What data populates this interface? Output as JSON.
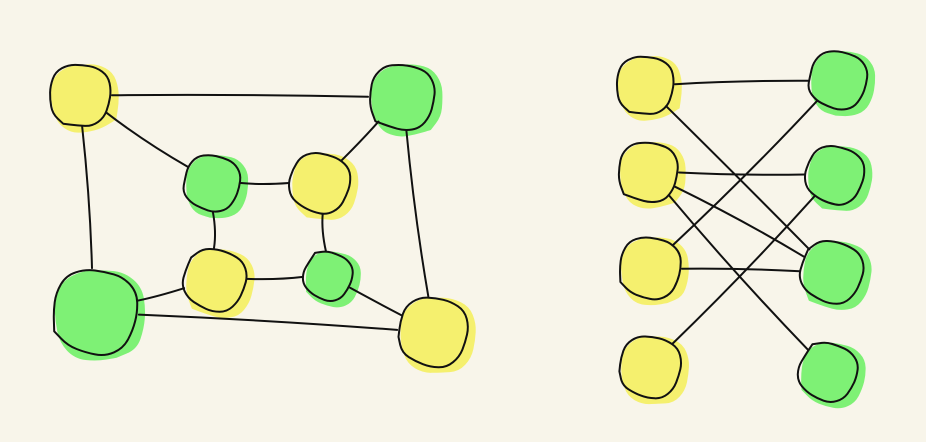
{
  "colors": {
    "background": "#f8f5ea",
    "yellow": "#f4ef63",
    "green": "#73f06a",
    "ink": "#111111"
  },
  "diagrams": [
    {
      "name": "cube-graph",
      "nodes": [
        {
          "id": "tl",
          "color": "yellow"
        },
        {
          "id": "tr",
          "color": "green"
        },
        {
          "id": "bl",
          "color": "green"
        },
        {
          "id": "br",
          "color": "yellow"
        },
        {
          "id": "itl",
          "color": "green"
        },
        {
          "id": "itr",
          "color": "yellow"
        },
        {
          "id": "ibl",
          "color": "yellow"
        },
        {
          "id": "ibr",
          "color": "green"
        }
      ],
      "edges": [
        [
          "tl",
          "tr"
        ],
        [
          "tl",
          "bl"
        ],
        [
          "tr",
          "br"
        ],
        [
          "bl",
          "br"
        ],
        [
          "itl",
          "itr"
        ],
        [
          "itl",
          "ibl"
        ],
        [
          "itr",
          "ibr"
        ],
        [
          "ibl",
          "ibr"
        ],
        [
          "tl",
          "itl"
        ],
        [
          "tr",
          "itr"
        ],
        [
          "bl",
          "ibl"
        ],
        [
          "br",
          "ibr"
        ]
      ]
    },
    {
      "name": "bipartite-graph",
      "nodes": [
        {
          "id": "y1",
          "color": "yellow"
        },
        {
          "id": "y2",
          "color": "yellow"
        },
        {
          "id": "y3",
          "color": "yellow"
        },
        {
          "id": "y4",
          "color": "yellow"
        },
        {
          "id": "g1",
          "color": "green"
        },
        {
          "id": "g2",
          "color": "green"
        },
        {
          "id": "g3",
          "color": "green"
        },
        {
          "id": "g4",
          "color": "green"
        }
      ],
      "edges": [
        [
          "y1",
          "g1"
        ],
        [
          "y1",
          "g3"
        ],
        [
          "y2",
          "g2"
        ],
        [
          "y2",
          "g3"
        ],
        [
          "y2",
          "g4"
        ],
        [
          "y3",
          "g1"
        ],
        [
          "y3",
          "g3"
        ],
        [
          "y4",
          "g2"
        ]
      ]
    }
  ]
}
